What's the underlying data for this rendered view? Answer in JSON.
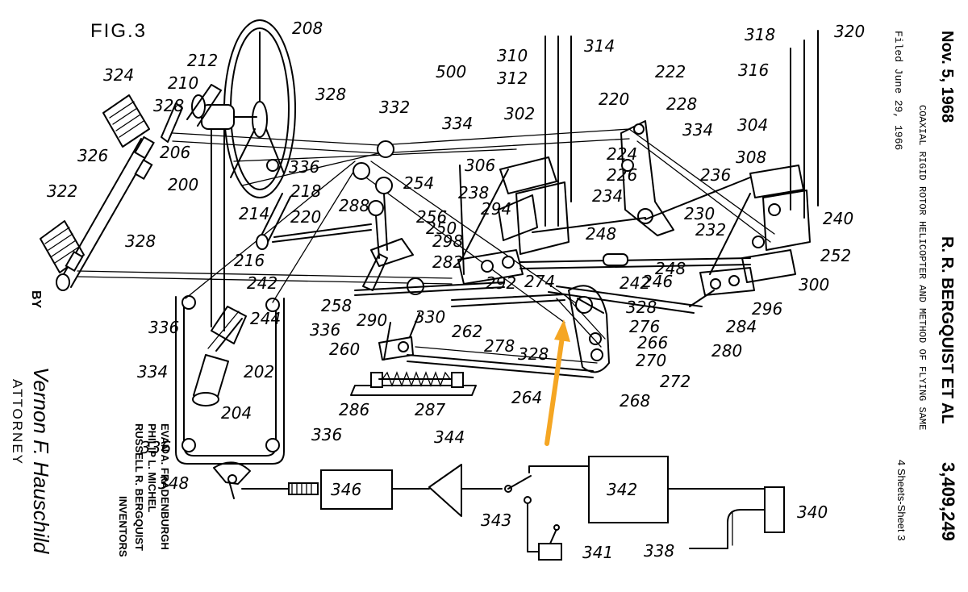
{
  "figure": {
    "title": "FIG.3"
  },
  "header": {
    "date": "Nov. 5, 1968",
    "inventors_line": "R. R. BERGQUIST ET AL",
    "patent_number": "3,409,249",
    "title": "COAXIAL RIGID ROTOR HELICOPTER AND METHOD OF FLYING SAME",
    "filed": "Filed June 29, 1966",
    "sheet": "4 Sheets-Sheet 3"
  },
  "inventors": {
    "heading": "INVENTORS",
    "names": [
      "RUSSELL R. BERGQUIST",
      "PHILIP L. MICHEL",
      "EVAN A. FRADENBURGH"
    ]
  },
  "attorney": {
    "by": "BY",
    "role": "ATTORNEY",
    "signature": "Vernon F. Hauschild"
  },
  "labels": [
    "208",
    "212",
    "210",
    "324",
    "328",
    "206",
    "326",
    "322",
    "200",
    "328",
    "214",
    "218",
    "216",
    "220",
    "328",
    "332",
    "336",
    "334",
    "500",
    "302",
    "310",
    "312",
    "314",
    "220",
    "222",
    "228",
    "334",
    "224",
    "226",
    "306",
    "238",
    "294",
    "254",
    "288",
    "256",
    "250",
    "298",
    "234",
    "230",
    "232",
    "236",
    "304",
    "308",
    "318",
    "316",
    "320",
    "240",
    "252",
    "248",
    "248",
    "246",
    "300",
    "242",
    "242",
    "282",
    "292",
    "274",
    "296",
    "284",
    "280",
    "258",
    "290",
    "330",
    "244",
    "336",
    "336",
    "334",
    "202",
    "204",
    "260",
    "262",
    "278",
    "328",
    "328",
    "276",
    "266",
    "270",
    "272",
    "268",
    "264",
    "286",
    "287",
    "336",
    "336",
    "344",
    "348",
    "346",
    "342",
    "343",
    "341",
    "338",
    "340"
  ],
  "annotation": {
    "arrow_color": "#F5A623"
  }
}
